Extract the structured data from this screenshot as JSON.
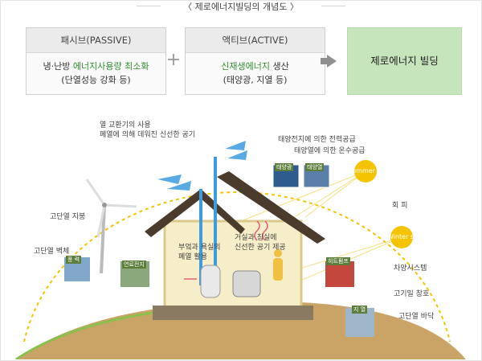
{
  "title": "〈 제로에너지빌딩의 개념도 〉",
  "passive": {
    "heading": "패시브(PASSIVE)",
    "line1_pre": "냉·난방 ",
    "line1_em": "에너지사용량 최소화",
    "line2": "(단열성능 강화 등)"
  },
  "plus": "+",
  "active": {
    "heading": "액티브(ACTIVE)",
    "line1_em": "신재생에너지",
    "line1_post": " 생산",
    "line2": "(태양광, 지열 등)"
  },
  "result": "제로에너지 빌딩",
  "labels": {
    "ventilation_1": "열 교환기의 사용",
    "ventilation_2": "폐열에 의해 데워진 신선한 공기",
    "solar_power": "태양전지에 의한 전력공급",
    "solar_heat": "태양열에 의한 온수공급",
    "summer_sun": "Summer sun",
    "avoid": "회 피",
    "winter_sun": "Winter sun",
    "roof_insulation": "고단열 지붕",
    "wall_insulation": "고단열 벽체",
    "exhaust_1": "부엌과 욕실의",
    "exhaust_2": "폐열 활용",
    "fresh_1": "거실과 침실에",
    "fresh_2": "신선한 공기 제공",
    "blinds": "차양시스템",
    "windows": "고기밀 창호",
    "floor": "고단열 바닥",
    "tag_wind": "풍 력",
    "tag_fuelcell": "연료전지",
    "tag_solar_pv": "태양광",
    "tag_solar_th": "태양열",
    "tag_heatpump": "히트펌프",
    "tag_geo": "지 열"
  },
  "colors": {
    "accent_green": "#2f8f2f",
    "result_bg": "#c7e5bd",
    "sun": "#f5c400",
    "roof": "#4a3b2d",
    "wall": "#f6eec9",
    "ground": "#c9a466",
    "air_blue": "#3d9be0"
  },
  "icons": [
    "wind-turbine-icon",
    "sun-icon",
    "solar-panel-icon",
    "boiler-icon",
    "person-icon"
  ]
}
